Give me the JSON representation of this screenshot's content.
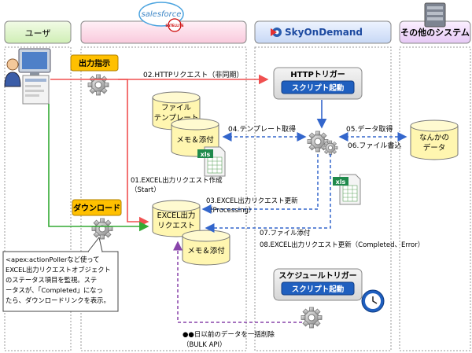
{
  "lanes": {
    "user": "ユーザ",
    "salesforce_logo": "salesforce",
    "salesforce_badge": "SATELLITE",
    "skyondemand": "SkyOnDemand",
    "other": "その他のシステム"
  },
  "boxes": {
    "output_instruction": "出力指示",
    "download": "ダウンロード",
    "http_trigger_title": "HTTPトリガー",
    "script_start": "スクリプト起動",
    "schedule_trigger_title": "スケジュールトリガー",
    "script_start2": "スクリプト起動"
  },
  "cylinders": {
    "file_template_1": "ファイル",
    "file_template_2": "テンプレート",
    "memo_attach_1": "メモ＆添付",
    "excel_request_1": "EXCEL出力",
    "excel_request_2": "リクエスト",
    "memo_attach_2": "メモ＆添付",
    "something_data_1": "なんかの",
    "something_data_2": "データ"
  },
  "file_icons": {
    "xls1": "xls",
    "xls2": "xls"
  },
  "arrows": {
    "a02": "02.HTTPリクエスト（非同期）",
    "a04": "04.テンプレート取得",
    "a05": "05.データ取得",
    "a06": "06.ファイル書込",
    "a01_1": "01.EXCEL出力リクエスト作成",
    "a01_2": "（Start）",
    "a03_1": "03.EXCEL出力リクエスト更新",
    "a03_2": "（Processing）",
    "a07": "07.ファイル添付",
    "a08": "08.EXCEL出力リクエスト更新（Completed、Error）",
    "bulk_1": "●●日以前のデータを一括削除",
    "bulk_2": "（BULK API）"
  },
  "note": {
    "line1": "<apex:actionPollerなど使って",
    "line2": "EXCEL出力リクエストオブジェクト",
    "line3": "のステータス項目を監視。ステ",
    "line4": "ータスが、「Completed」になっ",
    "line5": "たら、ダウンロードリンクを表示。"
  },
  "colors": {
    "red_arrow": "#f05050",
    "green_arrow": "#33aa33",
    "blue_arrow": "#3366cc",
    "purple_arrow": "#8844aa",
    "cylinder_fill": "#fff6b0",
    "script_blue": "#1f5fbf",
    "orange_box": "#ffc000"
  }
}
